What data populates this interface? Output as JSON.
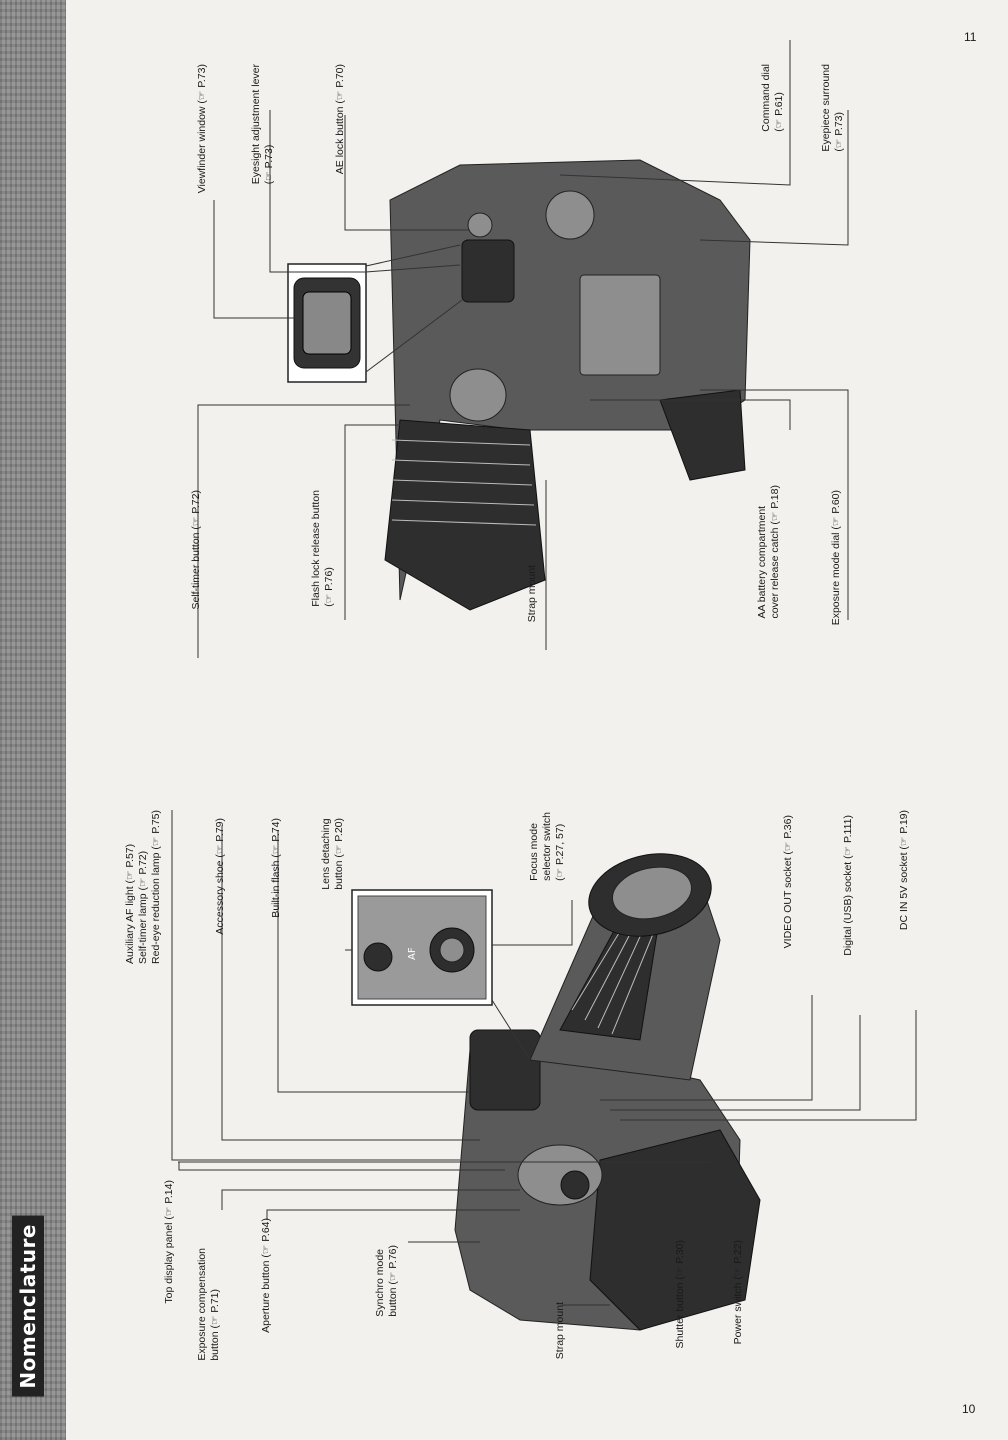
{
  "section_title": "Nomenclature",
  "page_numbers": {
    "left": "10",
    "right": "11"
  },
  "left_labels": {
    "top_display_panel": "Top display panel (☞ P.14)",
    "exposure_compensation_button": "Exposure compensation\nbutton (☞ P.71)",
    "aperture_button": "Aperture button (☞ P.64)",
    "synchro_mode_button": "Synchro mode\nbutton (☞ P.76)",
    "strap_mount": "Strap mount",
    "shutter_button": "Shutter button (☞ P.30)",
    "power_switch": "Power switch (☞ P.22)",
    "af_light_group": "Auxiliary AF light (☞ P.57)\nSelf-timer lamp (☞ P.72)\nRed-eye reduction lamp (☞ P.75)",
    "accessory_shoe": "Accessory shoe (☞ P.79)",
    "built_in_flash": "Built-in flash (☞ P.74)",
    "lens_detaching_button": "Lens detaching\nbutton (☞ P.20)",
    "focus_mode_selector": "Focus mode\nselector switch\n(☞ P.27, 57)",
    "video_out_socket": "VIDEO OUT socket (☞ P.36)",
    "digital_usb_socket": "Digital (USB) socket (☞ P.111)",
    "dc_in_socket": "DC IN 5V socket (☞ P.19)"
  },
  "right_labels": {
    "self_timer_button": "Self-timer button (☞ P.72)",
    "flash_lock_release_button": "Flash lock release button\n(☞ P.76)",
    "strap_mount": "Strap mount",
    "aa_battery_catch": "AA battery compartment\ncover release catch (☞ P.18)",
    "exposure_mode_dial": "Exposure mode dial (☞ P.60)",
    "viewfinder_window": "Viewfinder window (☞ P.73)",
    "eyesight_adjustment_lever": "Eyesight adjustment lever\n(☞ P.73)",
    "ae_lock_button": "AE lock button (☞ P.70)",
    "command_dial": "Command dial\n(☞ P.61)",
    "eyepiece_surround": "Eyepiece surround\n(☞ P.73)"
  },
  "inset_text": "AF"
}
